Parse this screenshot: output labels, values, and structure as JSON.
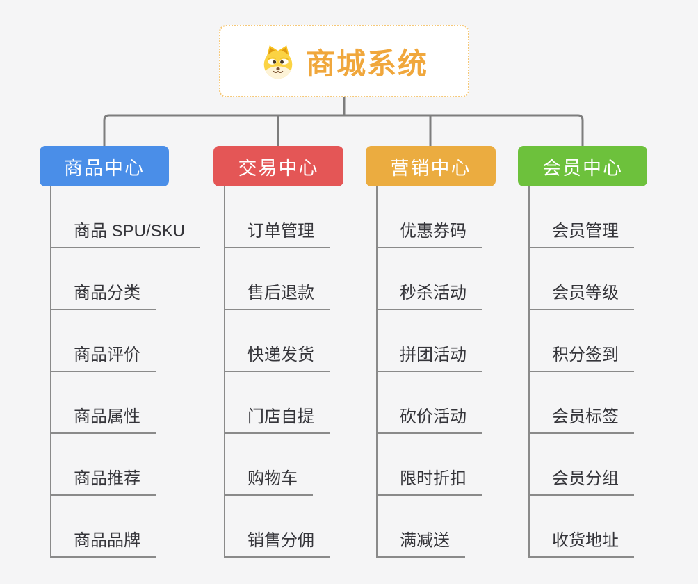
{
  "root": {
    "title": "商城系统",
    "icon": "doge-icon",
    "title_color": "#f0a73c",
    "border_color": "#f6c877"
  },
  "connector_color": "#7d7d7d",
  "leaf_line_color": "#8a8a8a",
  "branches": [
    {
      "label": "商品中心",
      "color": "#4a8ee8",
      "children": [
        "商品 SPU/SKU",
        "商品分类",
        "商品评价",
        "商品属性",
        "商品推荐",
        "商品品牌"
      ]
    },
    {
      "label": "交易中心",
      "color": "#e45656",
      "children": [
        "订单管理",
        "售后退款",
        "快递发货",
        "门店自提",
        "购物车",
        "销售分佣"
      ]
    },
    {
      "label": "营销中心",
      "color": "#ebac40",
      "children": [
        "优惠券码",
        "秒杀活动",
        "拼团活动",
        "砍价活动",
        "限时折扣",
        "满减送"
      ]
    },
    {
      "label": "会员中心",
      "color": "#6dc13c",
      "children": [
        "会员管理",
        "会员等级",
        "积分签到",
        "会员标签",
        "会员分组",
        "收货地址"
      ]
    }
  ]
}
